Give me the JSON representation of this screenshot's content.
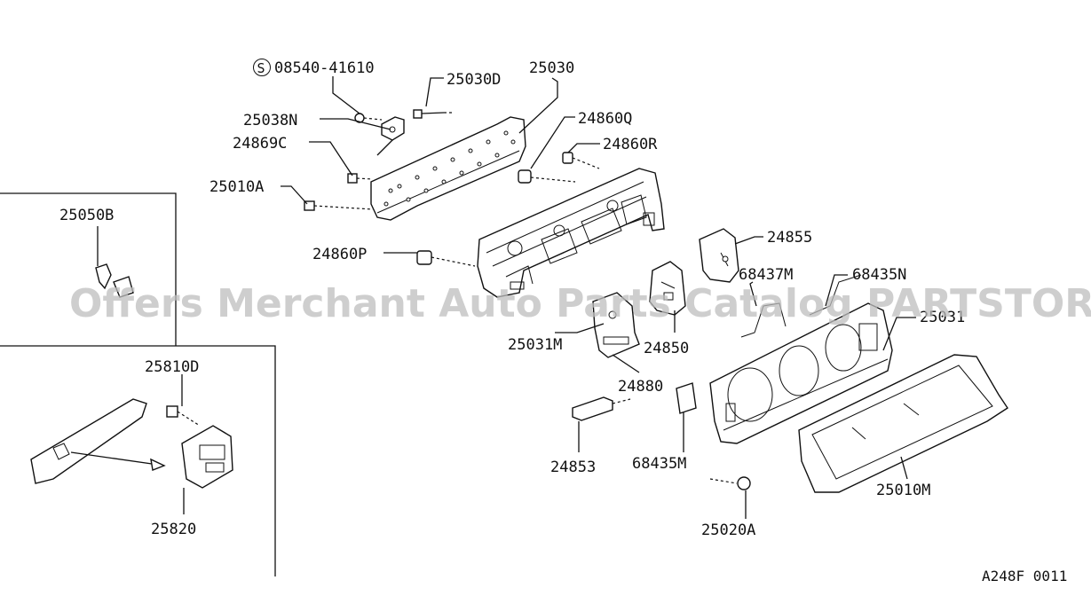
{
  "watermark": "Offers Merchant Auto Parts Catalog PARTSTORE.SA",
  "diagram_code": "A248F 0011",
  "labels": {
    "p08540": "08540-41610",
    "p25030D": "25030D",
    "p25030": "25030",
    "p25038N": "25038N",
    "p24860Q": "24860Q",
    "p24869C": "24869C",
    "p24860R": "24860R",
    "p25010A": "25010A",
    "p25050B": "25050B",
    "p24855": "24855",
    "p24860P": "24860P",
    "p68437M": "68437M",
    "p68435N": "68435N",
    "p25031": "25031",
    "p25031M": "25031M",
    "p24850": "24850",
    "p25810D": "25810D",
    "p24880": "24880",
    "p24853": "24853",
    "p68435M": "68435M",
    "p25010M": "25010M",
    "p25820": "25820",
    "p25020A": "25020A"
  },
  "symbols": {
    "s_circle": "S"
  }
}
